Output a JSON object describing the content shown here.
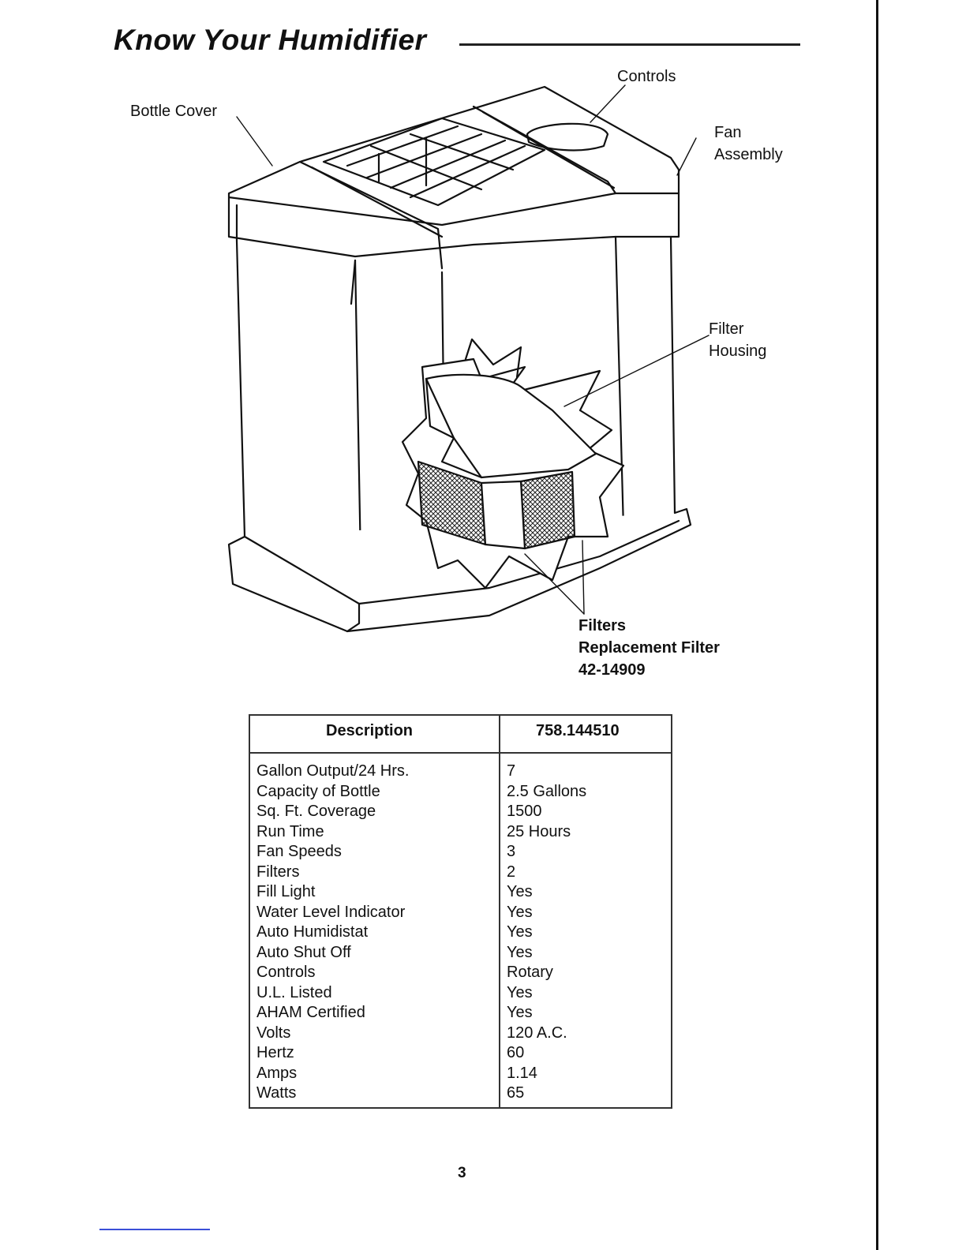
{
  "page": {
    "title": "Know Your Humidifier",
    "page_number": "3"
  },
  "diagram": {
    "labels": {
      "bottle_cover": "Bottle Cover",
      "controls": "Controls",
      "fan": "Fan",
      "assembly": "Assembly",
      "filter": "Filter",
      "housing": "Housing",
      "filters": "Filters",
      "replacement_filter": "Replacement Filter",
      "part_number": "42-14909"
    }
  },
  "spec_table": {
    "header": {
      "description": "Description",
      "model": "758.144510"
    },
    "rows": [
      {
        "label": "Gallon Output/24 Hrs.",
        "value": "7"
      },
      {
        "label": "Capacity of Bottle",
        "value": "2.5 Gallons"
      },
      {
        "label": "Sq. Ft. Coverage",
        "value": "1500"
      },
      {
        "label": "Run Time",
        "value": "25 Hours"
      },
      {
        "label": "Fan Speeds",
        "value": "3"
      },
      {
        "label": "Filters",
        "value": "2"
      },
      {
        "label": "Fill Light",
        "value": "Yes"
      },
      {
        "label": "Water Level Indicator",
        "value": "Yes"
      },
      {
        "label": "Auto Humidistat",
        "value": "Yes"
      },
      {
        "label": "Auto Shut Off",
        "value": "Yes"
      },
      {
        "label": "Controls",
        "value": "Rotary"
      },
      {
        "label": "U.L. Listed",
        "value": "Yes"
      },
      {
        "label": "AHAM Certified",
        "value": "Yes"
      },
      {
        "label": "Volts",
        "value": "120 A.C."
      },
      {
        "label": "Hertz",
        "value": "60"
      },
      {
        "label": "Amps",
        "value": "1.14"
      },
      {
        "label": "Watts",
        "value": "65"
      }
    ]
  }
}
